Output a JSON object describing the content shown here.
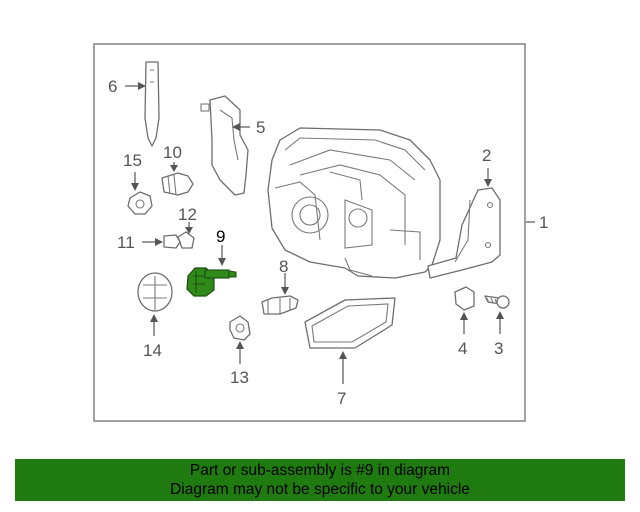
{
  "callouts": {
    "c1": "1",
    "c2": "2",
    "c3": "3",
    "c4": "4",
    "c5": "5",
    "c6": "6",
    "c7": "7",
    "c8": "8",
    "c9": "9",
    "c10": "10",
    "c11": "11",
    "c12": "12",
    "c13": "13",
    "c14": "14",
    "c15": "15"
  },
  "highlight_part": "9",
  "colors": {
    "banner": "#1f7a0f",
    "highlight_part": "#2f8a1a",
    "frame": "#8a8a8a",
    "line_art": "#6e6e6e"
  },
  "banner": {
    "line1": "Part or sub-assembly is #9 in diagram",
    "line2": "Diagram may not be specific to your vehicle"
  }
}
